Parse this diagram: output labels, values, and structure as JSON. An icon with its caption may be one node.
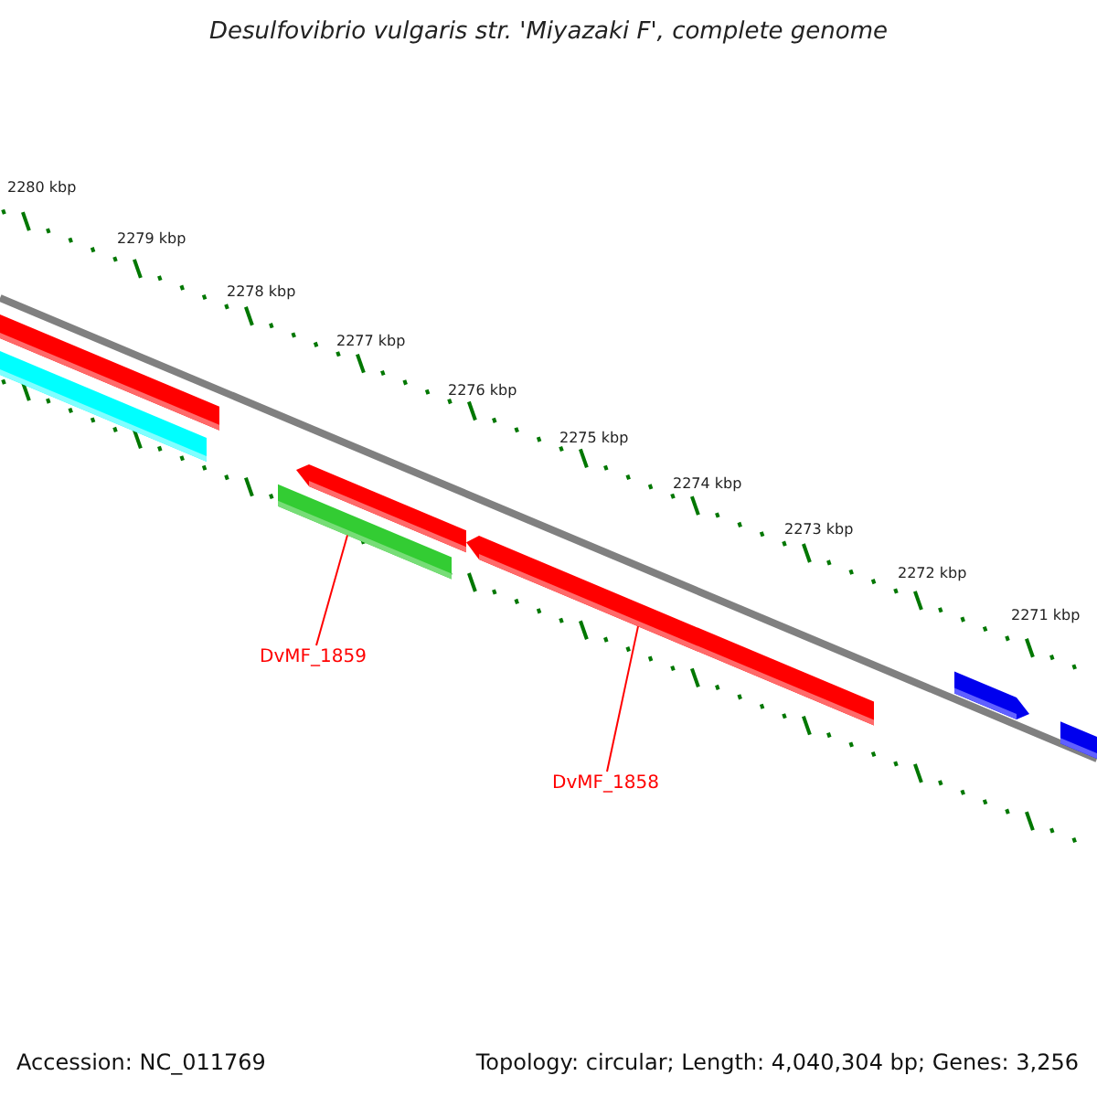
{
  "diagram": {
    "title": "Desulfovibrio vulgaris str. 'Miyazaki F', complete genome",
    "nodes": [
      {
        "text": [
          "DvMF_1859"
        ]
      },
      {
        "text": [],
        "shape": "bar"
      },
      {
        "text": [
          "DvMF_1858"
        ]
      },
      {
        "text": [],
        "shape": "bar"
      }
    ],
    "edges": [
      {
        "from": 0,
        "to": 1,
        "arrow": "none"
      },
      {
        "from": 2,
        "to": 3,
        "arrow": "none"
      }
    ],
    "labels": [
      "2280 kbp",
      "2279 kbp",
      "2278 kbp",
      "2277 kbp",
      "2276 kbp",
      "2275 kbp",
      "2274 kbp",
      "2273 kbp",
      "2272 kbp",
      "2271 kbp",
      "Accession: NC_011769",
      "Topology: circular; Length: 4,040,304 bp; Genes: 3,256"
    ]
  }
}
